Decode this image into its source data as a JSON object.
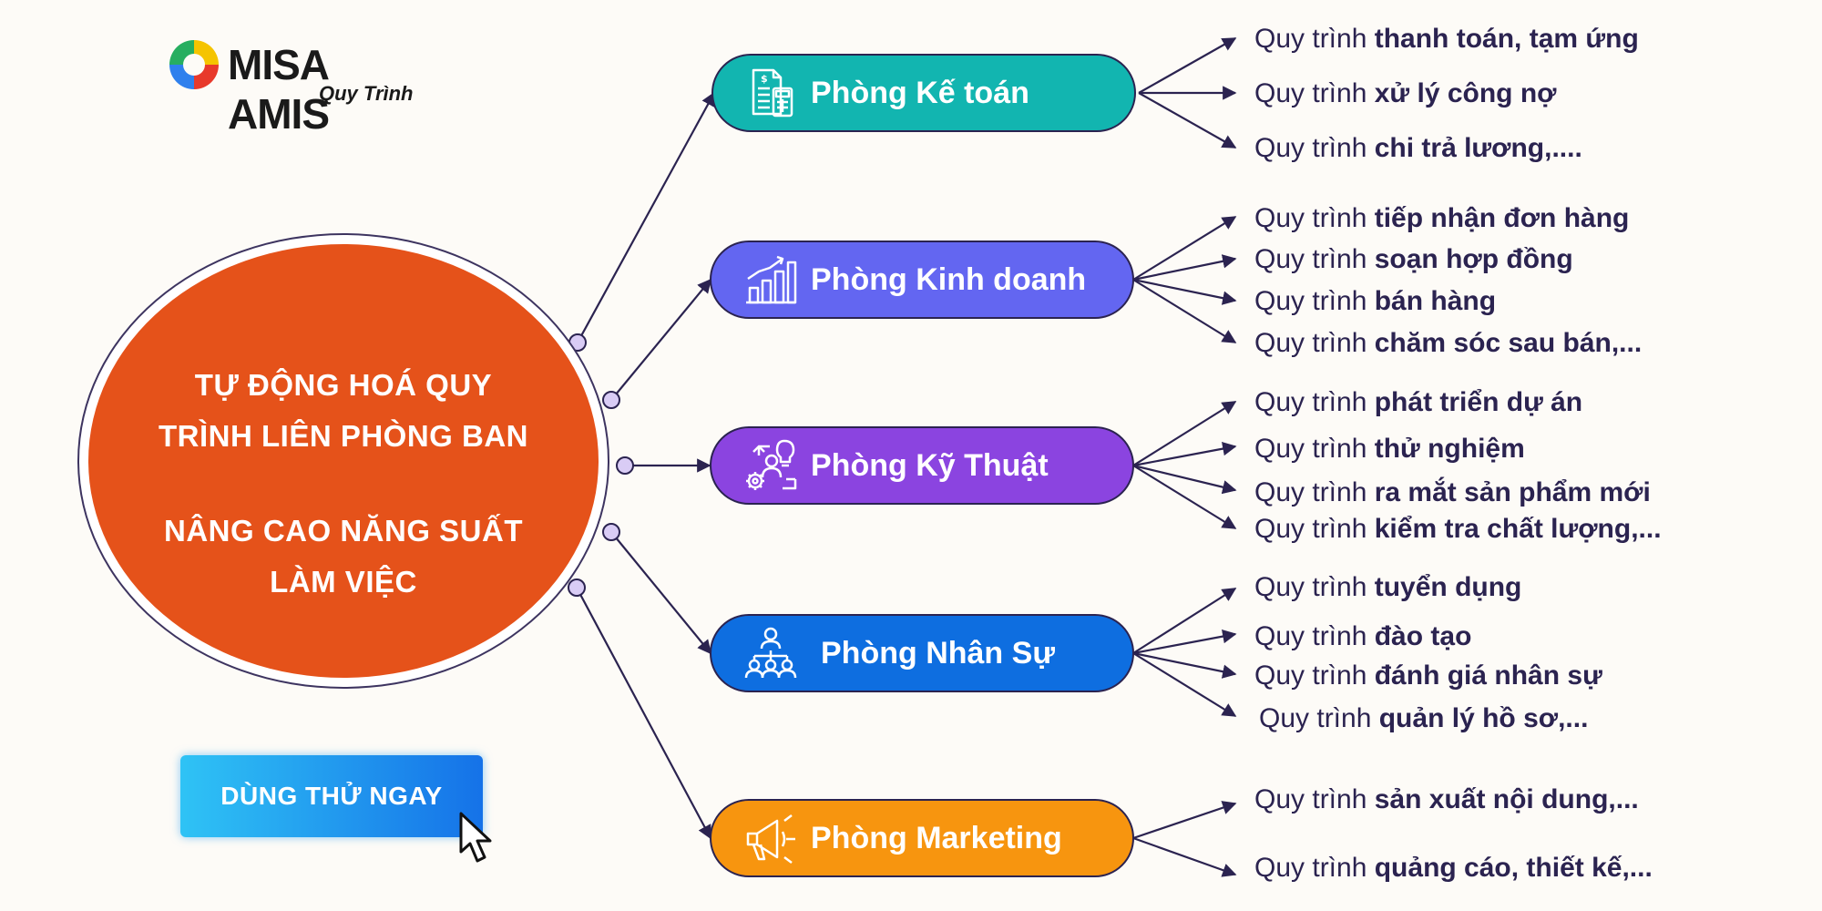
{
  "logo": {
    "brand": "MISA AMIS",
    "product": "Quy Trình"
  },
  "hub": {
    "lines": [
      "TỰ ĐỘNG HOÁ QUY",
      "TRÌNH LIÊN PHÒNG BAN",
      "NÂNG CAO NĂNG SUẤT",
      "LÀM VIỆC"
    ],
    "color": "#e5521a"
  },
  "departments": [
    {
      "name": "Phòng Kế toán",
      "icon": "accounting-calculator-icon",
      "color": "#12b5b0",
      "processes": [
        {
          "prefix": "Quy trình",
          "name": "thanh toán, tạm ứng"
        },
        {
          "prefix": "Quy trình",
          "name": "xử lý công nợ"
        },
        {
          "prefix": "Quy trình",
          "name": "chi trả lương,...."
        }
      ]
    },
    {
      "name": "Phòng Kinh doanh",
      "icon": "sales-growth-chart-icon",
      "color": "#6366f1",
      "processes": [
        {
          "prefix": "Quy trình",
          "name": "tiếp nhận đơn hàng"
        },
        {
          "prefix": "Quy trình",
          "name": "soạn hợp đồng"
        },
        {
          "prefix": "Quy trình",
          "name": "bán hàng"
        },
        {
          "prefix": "Quy trình",
          "name": "chăm sóc sau bán,..."
        }
      ]
    },
    {
      "name": "Phòng Kỹ Thuật",
      "icon": "tech-gear-bulb-icon",
      "color": "#8b44e0",
      "processes": [
        {
          "prefix": "Quy trình",
          "name": "phát triển dự án"
        },
        {
          "prefix": "Quy trình",
          "name": "thử nghiệm"
        },
        {
          "prefix": "Quy trình",
          "name": "ra mắt sản phẩm mới"
        },
        {
          "prefix": "Quy trình",
          "name": "kiểm tra chất lượng,..."
        }
      ]
    },
    {
      "name": "Phòng Nhân Sự",
      "icon": "hr-team-icon",
      "color": "#0e6ee0",
      "processes": [
        {
          "prefix": "Quy trình",
          "name": "tuyển dụng"
        },
        {
          "prefix": "Quy trình",
          "name": "đào tạo"
        },
        {
          "prefix": "Quy trình",
          "name": "đánh giá nhân sự"
        },
        {
          "prefix": "Quy trình",
          "name": "quản lý hồ sơ,..."
        }
      ]
    },
    {
      "name": "Phòng Marketing",
      "icon": "marketing-megaphone-icon",
      "color": "#f7950f",
      "processes": [
        {
          "prefix": "Quy trình",
          "name": "sản xuất nội dung,..."
        },
        {
          "prefix": "Quy trình",
          "name": "quảng cáo, thiết kế,..."
        }
      ]
    }
  ],
  "cta": {
    "label": "DÙNG THỬ NGAY"
  }
}
